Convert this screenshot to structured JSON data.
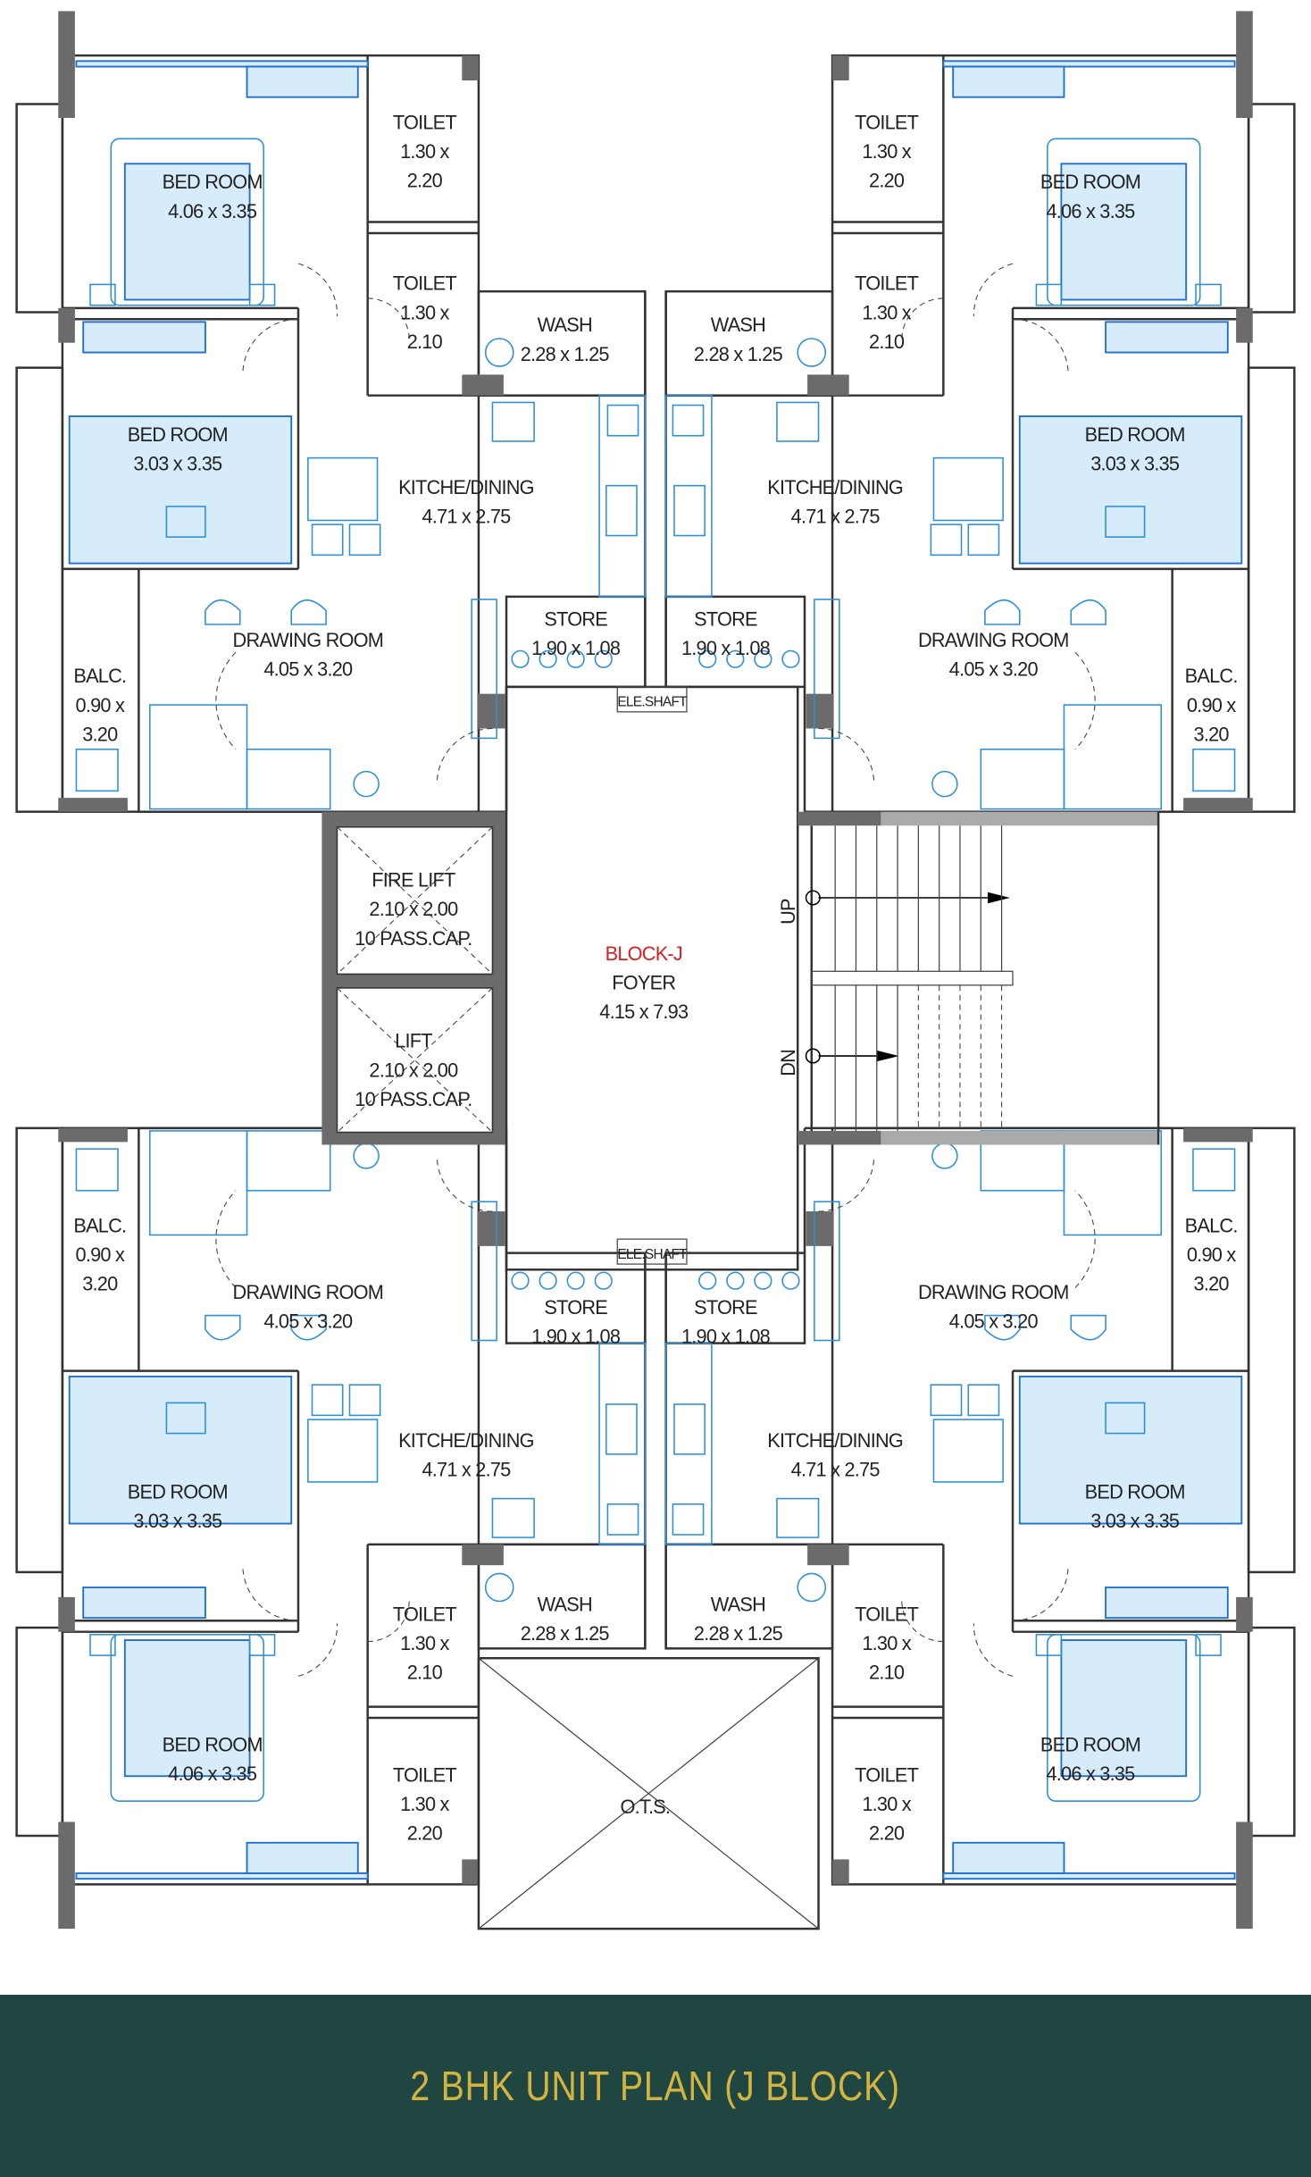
{
  "plan": {
    "block_name": "BLOCK-J",
    "foyer": {
      "name": "FOYER",
      "dims": "4.15 x 7.93"
    },
    "fire_lift": {
      "name": "FIRE LIFT",
      "dims": "2.10 x 2.00",
      "capacity": "10 PASS.CAP."
    },
    "lift": {
      "name": "LIFT",
      "dims": "2.10 x 2.00",
      "capacity": "10 PASS.CAP."
    },
    "ele_shaft": "ELE.SHAFT",
    "ots": "O.T.S.",
    "stairs": {
      "up": "UP",
      "down": "DN"
    },
    "rooms": [
      {
        "name": "TOILET",
        "dims": [
          "1.30 x",
          "2.20"
        ]
      },
      {
        "name": "TOILET",
        "dims": [
          "1.30 x",
          "2.10"
        ]
      },
      {
        "name": "BED ROOM",
        "dims": [
          "4.06 x 3.35"
        ]
      },
      {
        "name": "BED ROOM",
        "dims": [
          "3.03 x 3.35"
        ]
      },
      {
        "name": "WASH",
        "dims": [
          "2.28 x 1.25"
        ]
      },
      {
        "name": "KITCHE/DINING",
        "dims": [
          "4.71 x 2.75"
        ]
      },
      {
        "name": "STORE",
        "dims": [
          "1.90 x 1.08"
        ]
      },
      {
        "name": "DRAWING ROOM",
        "dims": [
          "4.05 x 3.20"
        ]
      },
      {
        "name": "BALC.",
        "dims": [
          "0.90 x",
          "3.20"
        ]
      },
      {
        "name": "TOILET",
        "dims": [
          "1.30 x",
          "2.20"
        ]
      },
      {
        "name": "TOILET",
        "dims": [
          "1.30 x",
          "2.10"
        ]
      },
      {
        "name": "BED ROOM",
        "dims": [
          "4.06 x 3.35"
        ]
      },
      {
        "name": "BED ROOM",
        "dims": [
          "3.03 x 3.35"
        ]
      },
      {
        "name": "WASH",
        "dims": [
          "2.28 x 1.25"
        ]
      },
      {
        "name": "KITCHE/DINING",
        "dims": [
          "4.71 x 2.75"
        ]
      },
      {
        "name": "STORE",
        "dims": [
          "1.90 x 1.08"
        ]
      },
      {
        "name": "DRAWING ROOM",
        "dims": [
          "4.05 x 3.20"
        ]
      },
      {
        "name": "BALC.",
        "dims": [
          "0.90 x",
          "3.20"
        ]
      },
      {
        "name": "TOILET",
        "dims": [
          "1.30 x",
          "2.20"
        ]
      },
      {
        "name": "TOILET",
        "dims": [
          "1.30 x",
          "2.10"
        ]
      },
      {
        "name": "BED ROOM",
        "dims": [
          "4.06 x 3.35"
        ]
      },
      {
        "name": "BED ROOM",
        "dims": [
          "3.03 x 3.35"
        ]
      },
      {
        "name": "WASH",
        "dims": [
          "2.28 x 1.25"
        ]
      },
      {
        "name": "KITCHE/DINING",
        "dims": [
          "4.71 x 2.75"
        ]
      },
      {
        "name": "STORE",
        "dims": [
          "1.90 x 1.08"
        ]
      },
      {
        "name": "DRAWING ROOM",
        "dims": [
          "4.05 x 3.20"
        ]
      },
      {
        "name": "BALC.",
        "dims": [
          "0.90 x",
          "3.20"
        ]
      },
      {
        "name": "TOILET",
        "dims": [
          "1.30 x",
          "2.20"
        ]
      },
      {
        "name": "TOILET",
        "dims": [
          "1.30 x",
          "2.10"
        ]
      },
      {
        "name": "BED ROOM",
        "dims": [
          "4.06 x 3.35"
        ]
      },
      {
        "name": "BED ROOM",
        "dims": [
          "3.03 x 3.35"
        ]
      },
      {
        "name": "WASH",
        "dims": [
          "2.28 x 1.25"
        ]
      },
      {
        "name": "KITCHE/DINING",
        "dims": [
          "4.71 x 2.75"
        ]
      },
      {
        "name": "STORE",
        "dims": [
          "1.90 x 1.08"
        ]
      },
      {
        "name": "DRAWING ROOM",
        "dims": [
          "4.05 x 3.20"
        ]
      },
      {
        "name": "BALC.",
        "dims": [
          "0.90 x",
          "3.20"
        ]
      }
    ]
  },
  "banner": {
    "title": "2 BHK UNIT PLAN (J BLOCK)"
  },
  "colors": {
    "banner_bg": "#204641",
    "banner_text": "#d4b440",
    "furniture": "#2d8fd8",
    "block_label": "#d81e1e"
  }
}
